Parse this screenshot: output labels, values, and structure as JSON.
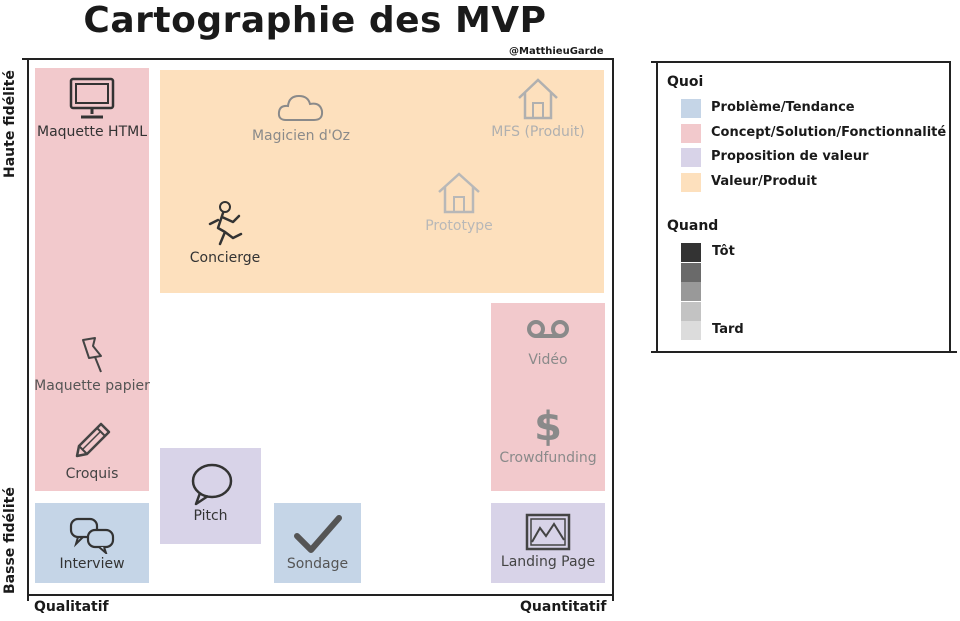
{
  "title": "Cartographie des MVP",
  "credit": "@MatthieuGarde",
  "axes": {
    "y_top": "Haute fidélité",
    "y_bottom": "Basse fidélité",
    "x_left": "Qualitatif",
    "x_right": "Quantitatif"
  },
  "colors": {
    "probleme": "#c5d5e7",
    "concept": "#f2c9cc",
    "proposition": "#d8d3e8",
    "valeur": "#fde0bd",
    "tot": "#333333",
    "t2": "#6a6a6a",
    "t3": "#999999",
    "t4": "#c3c3c3",
    "tard": "#dcdcdc"
  },
  "items": {
    "maquette_html": {
      "label": "Maquette HTML",
      "icon": "monitor-icon"
    },
    "magicien_oz": {
      "label": "Magicien d'Oz",
      "icon": "cloud-icon"
    },
    "mfs": {
      "label": "MFS (Produit)",
      "icon": "house-icon"
    },
    "prototype": {
      "label": "Prototype",
      "icon": "house-icon"
    },
    "concierge": {
      "label": "Concierge",
      "icon": "running-person-icon"
    },
    "maquette_papier": {
      "label": "Maquette papier",
      "icon": "pushpin-icon"
    },
    "croquis": {
      "label": "Croquis",
      "icon": "pencil-icon"
    },
    "video": {
      "label": "Vidéo",
      "icon": "voicemail-icon"
    },
    "crowdfunding": {
      "label": "Crowdfunding",
      "icon": "dollar-icon"
    },
    "pitch": {
      "label": "Pitch",
      "icon": "speech-bubble-icon"
    },
    "interview": {
      "label": "Interview",
      "icon": "chat-bubbles-icon"
    },
    "sondage": {
      "label": "Sondage",
      "icon": "checkmark-icon"
    },
    "landing_page": {
      "label": "Landing Page",
      "icon": "image-icon"
    }
  },
  "legend": {
    "quoi_title": "Quoi",
    "quoi": [
      {
        "label": "Problème/Tendance",
        "color": "#c5d5e7"
      },
      {
        "label": "Concept/Solution/Fonctionnalité",
        "color": "#f2c9cc"
      },
      {
        "label": "Proposition de valeur",
        "color": "#d8d3e8"
      },
      {
        "label": "Valeur/Produit",
        "color": "#fde0bd"
      }
    ],
    "quand_title": "Quand",
    "quand_early": "Tôt",
    "quand_late": "Tard"
  }
}
